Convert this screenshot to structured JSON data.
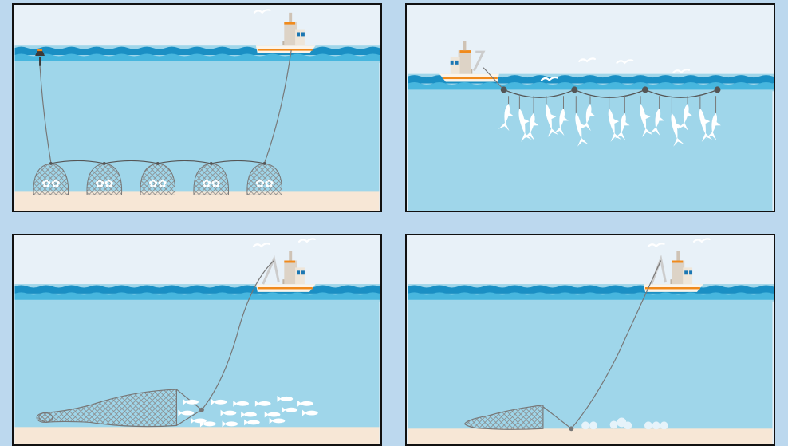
{
  "colors": {
    "background": "#bcd8ee",
    "sky": "#e8f1f8",
    "water": "#9fd6ea",
    "wave_dark": "#1a8fc4",
    "wave_light": "#47b6de",
    "seabed": "#f7e7d6",
    "boat_hull": "#fbf4ea",
    "boat_stripe": "#f08a1c",
    "cabin": "#ddd3c6",
    "window": "#1b77b3",
    "line": "#777777",
    "net": "#8a8a8a",
    "fish": "#ffffff"
  },
  "panels": [
    {
      "id": "pots",
      "icons": [
        "boat-icon",
        "buoy-icon",
        "trap-pot-icon",
        "bird-icon"
      ]
    },
    {
      "id": "longline",
      "icons": [
        "boat-icon",
        "float-icon",
        "tuna-icon",
        "bird-icon"
      ]
    },
    {
      "id": "trawl-midwater",
      "icons": [
        "boat-icon",
        "trawl-net-icon",
        "fish-icon",
        "bird-icon"
      ]
    },
    {
      "id": "trawl-bottom",
      "icons": [
        "boat-icon",
        "trawl-net-icon",
        "roller-icon",
        "bird-icon"
      ]
    }
  ]
}
